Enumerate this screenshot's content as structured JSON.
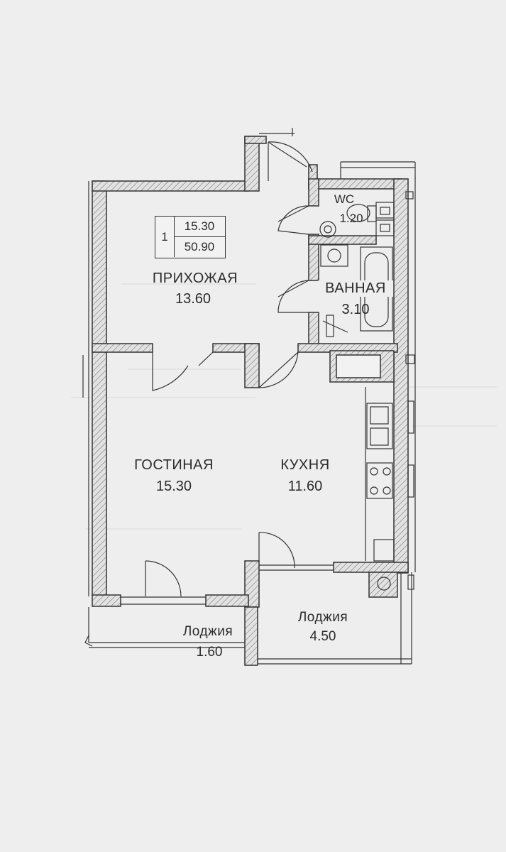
{
  "unit": {
    "number": "1",
    "living_area": "15.30",
    "total_area": "50.90"
  },
  "rooms": {
    "hallway": {
      "name": "ПРИХОЖАЯ",
      "area": "13.60"
    },
    "wc": {
      "name": "WC",
      "area": "1.20"
    },
    "bathroom": {
      "name": "ВАННАЯ",
      "area": "3.10"
    },
    "living": {
      "name": "ГОСТИНАЯ",
      "area": "15.30"
    },
    "kitchen": {
      "name": "КУХНЯ",
      "area": "11.60"
    },
    "loggia_small": {
      "name": "Лоджия",
      "area": "1.60"
    },
    "loggia_large": {
      "name": "Лоджия",
      "area": "4.50"
    }
  },
  "colors": {
    "background": "#eeeeef",
    "wall_fill": "#d8d8d8",
    "line": "#333333"
  }
}
